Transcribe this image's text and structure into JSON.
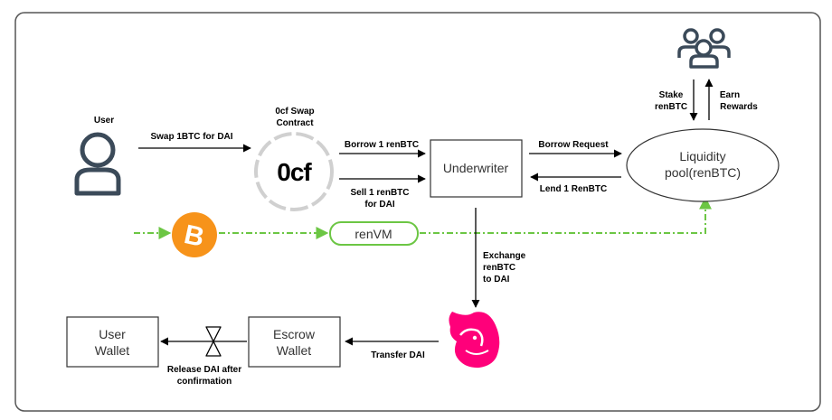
{
  "nodes": {
    "user": "User",
    "contract_title_1": "0cf Swap",
    "contract_title_2": "Contract",
    "contract_logo": "0cf",
    "underwriter": "Underwriter",
    "pool_line1": "Liquidity",
    "pool_line2": "pool(renBTC)",
    "renvm": "renVM",
    "user_wallet_1": "User",
    "user_wallet_2": "Wallet",
    "escrow_wallet_1": "Escrow",
    "escrow_wallet_2": "Wallet"
  },
  "edges": {
    "swap": "Swap 1BTC for DAI",
    "borrow": "Borrow 1 renBTC",
    "sell_1": "Sell 1 renBTC",
    "sell_2": "for DAI",
    "borrow_request": "Borrow Request",
    "lend": "Lend 1 RenBTC",
    "stake_1": "Stake",
    "stake_2": "renBTC",
    "earn_1": "Earn",
    "earn_2": "Rewards",
    "exchange_1": "Exchange",
    "exchange_2": "renBTC",
    "exchange_3": "to DAI",
    "transfer": "Transfer DAI",
    "release_1": "Release DAI after",
    "release_2": "confirmation"
  },
  "icons": {
    "user": "user-icon",
    "community": "users-group-icon",
    "bitcoin": "bitcoin-icon",
    "uniswap": "uniswap-unicorn-icon",
    "contract": "0cf-logo-icon",
    "valve": "valve-icon"
  },
  "colors": {
    "bitcoin": "#F7931A",
    "renvm_green": "#6CC644",
    "uniswap_pink": "#FF007A",
    "icon_dark": "#3B4A59"
  }
}
